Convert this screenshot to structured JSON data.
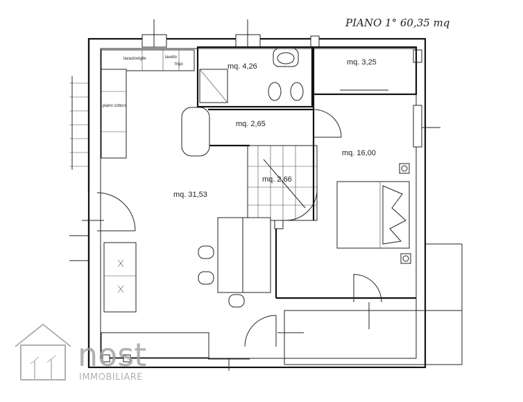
{
  "plan_title": "PIANO 1° 60,35 mq",
  "rooms": {
    "bathroom": "mq. 4,26",
    "closet": "mq. 3,25",
    "hallway": "mq. 2,65",
    "bedroom": "mq. 16,00",
    "stairs": "mq. 2,66",
    "living": "mq. 31,53"
  },
  "kitchen_labels": {
    "dishwasher": "lavastoviglie",
    "sink": "lavello",
    "fridge": "frigo",
    "hob": "piano cottura"
  },
  "watermark": {
    "brand": "nost",
    "subtitle": "IMMOBILIARE"
  }
}
